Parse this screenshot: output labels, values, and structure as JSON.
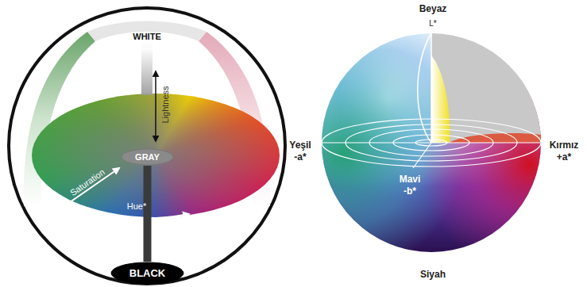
{
  "diagram": {
    "nodes": [
      {
        "text": [
          "GRAY"
        ]
      },
      {
        "text": [
          "BLACK"
        ]
      }
    ],
    "edges": [
      {
        "from": 0,
        "to": 1,
        "arrow": "none"
      }
    ],
    "labels": [
      "WHITE",
      "Lightness",
      "Saturation",
      "Hue*",
      "Beyaz",
      "L*",
      "Yeşil",
      "-a*",
      "Kırmız",
      "+a*",
      "Mavi",
      "-b*",
      "Siyah"
    ]
  }
}
